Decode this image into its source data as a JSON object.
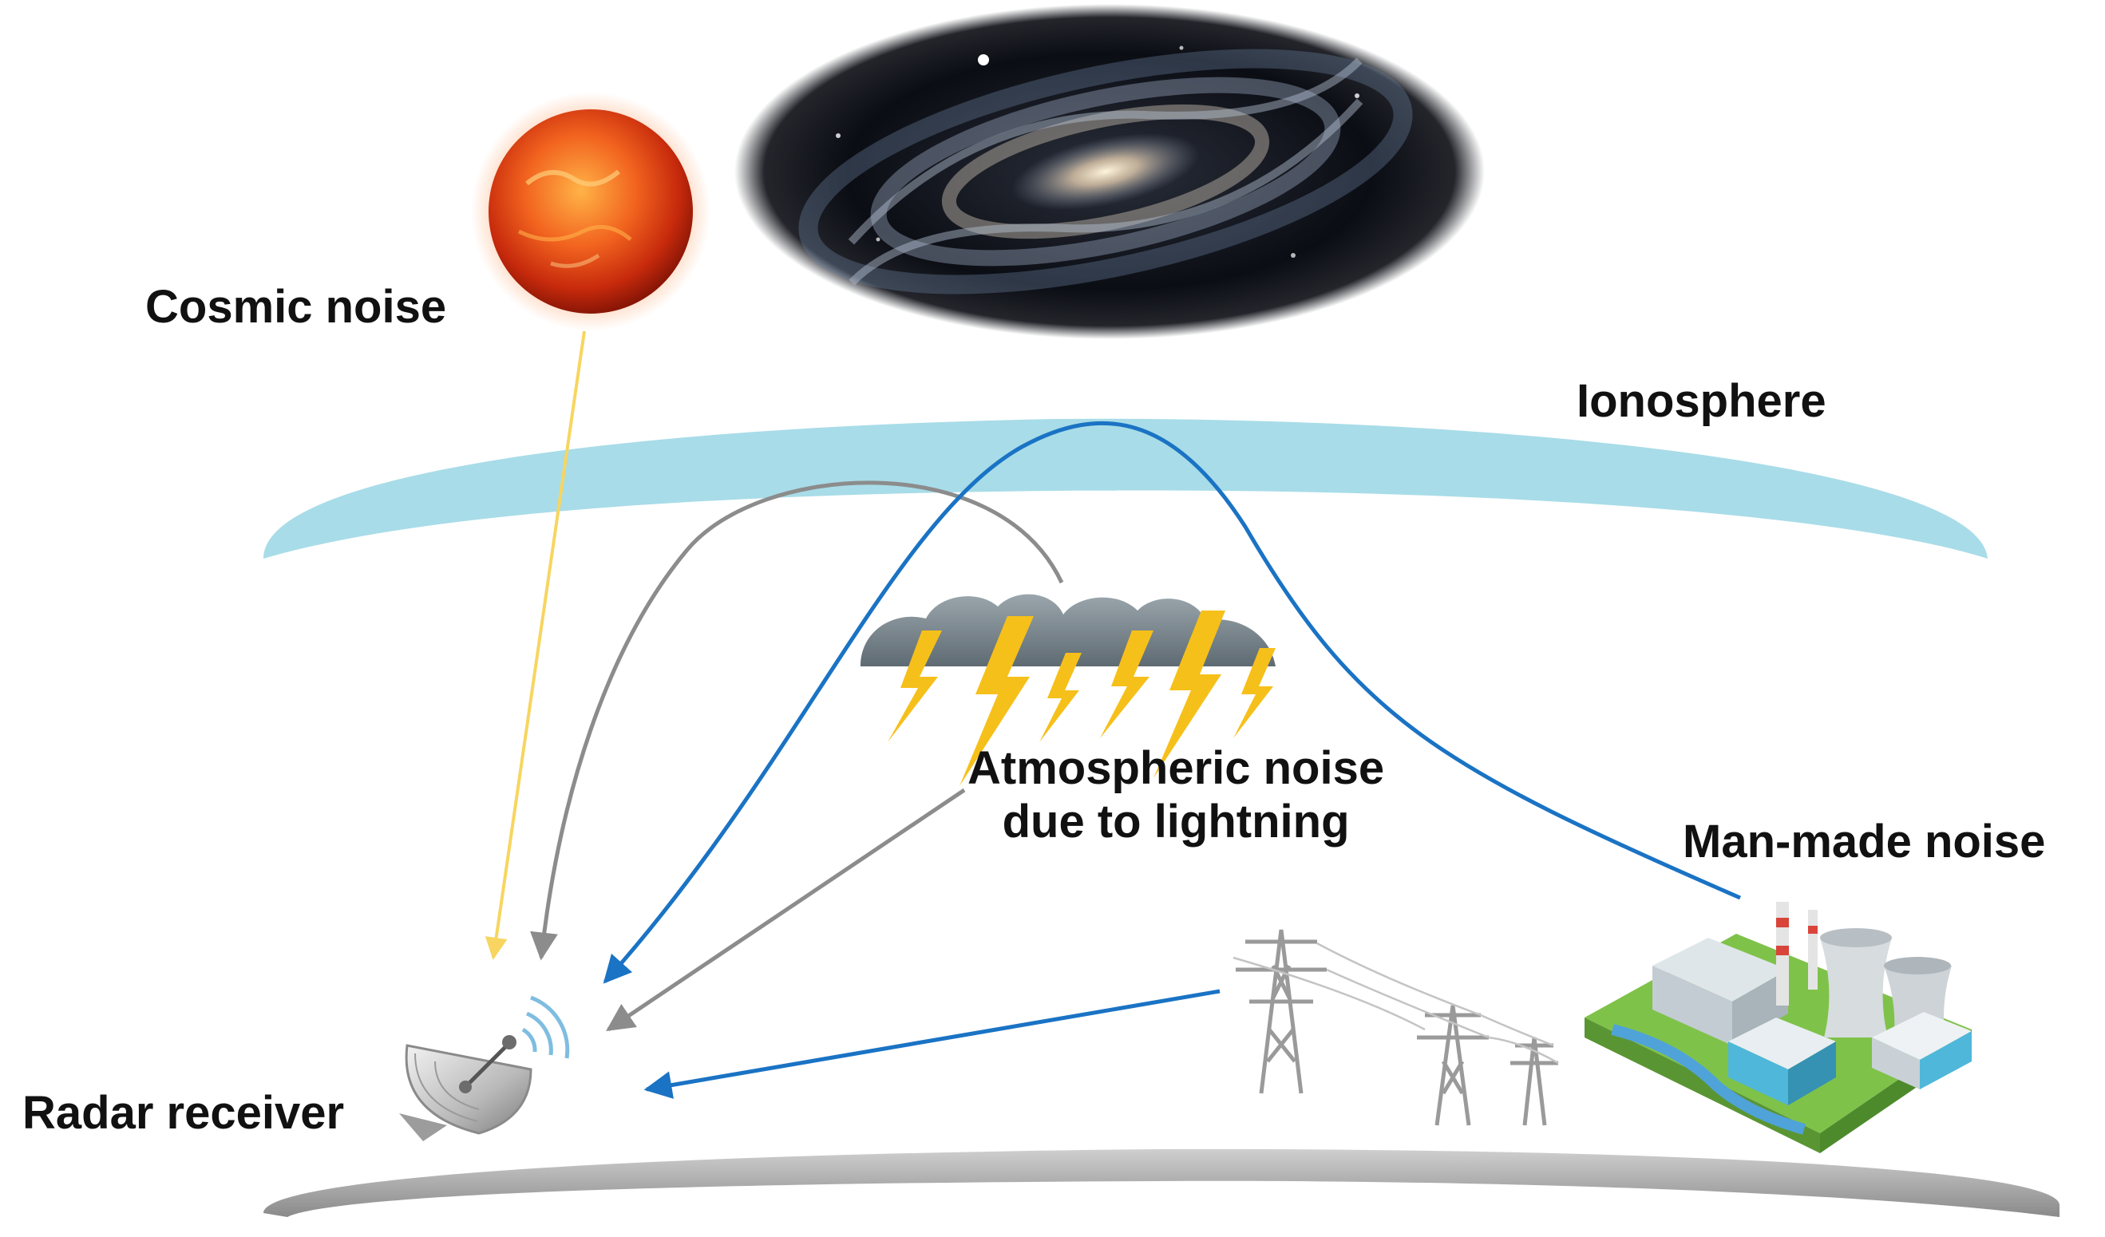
{
  "labels": {
    "cosmic_noise": "Cosmic noise",
    "ionosphere": "Ionosphere",
    "atmospheric_noise_line1": "Atmospheric noise",
    "atmospheric_noise_line2": "due to lightning",
    "man_made_noise": "Man-made noise",
    "radar_receiver": "Radar receiver"
  },
  "colors": {
    "ionosphere": "#a8dce8",
    "cosmic_path": "#f7d560",
    "atmospheric_path": "#8c8c8c",
    "man_made_path": "#1a73c4",
    "sun": "#e8481c",
    "lightning": "#f6c01a",
    "cloud": "#7d8a91",
    "ground": "#b5b5b5"
  },
  "icons": [
    "sun-icon",
    "galaxy-icon",
    "storm-cloud-icon",
    "lightning-icon",
    "power-tower-icon",
    "power-plant-icon",
    "radar-dish-icon"
  ]
}
